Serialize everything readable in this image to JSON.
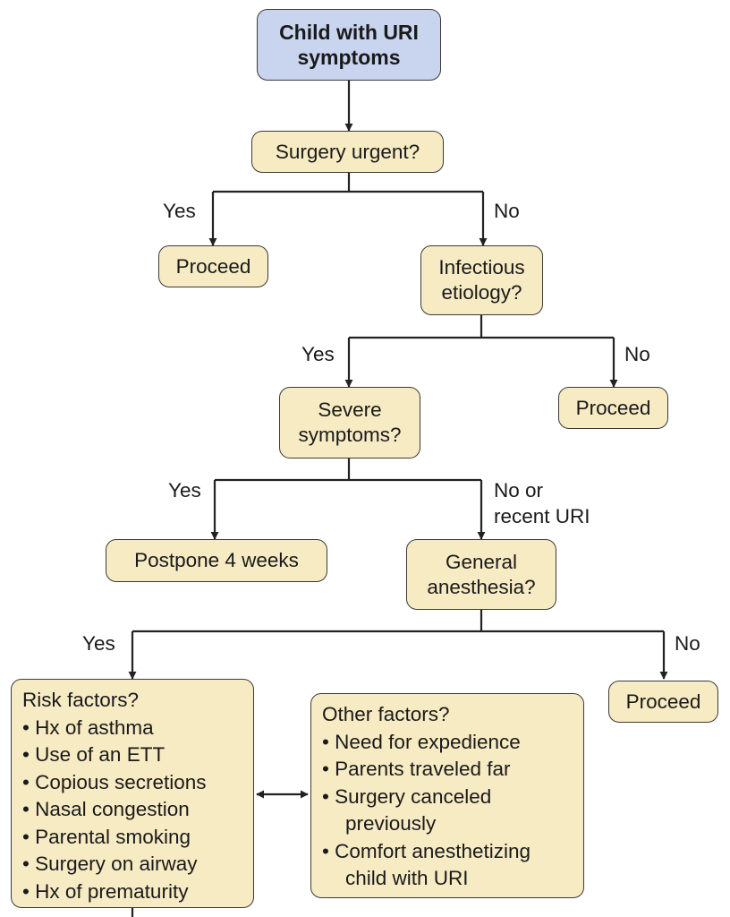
{
  "nodes": {
    "start": [
      "Child with URI",
      "symptoms"
    ],
    "q_urgent": "Surgery urgent?",
    "proceed_1": "Proceed",
    "q_infectious": [
      "Infectious",
      "etiology?"
    ],
    "proceed_2": "Proceed",
    "q_severe": [
      "Severe",
      "symptoms?"
    ],
    "postpone": "Postpone 4 weeks",
    "q_general": [
      "General",
      "anesthesia?"
    ],
    "proceed_3": "Proceed",
    "risk_factors": {
      "heading": "Risk factors?",
      "items": [
        "Hx of asthma",
        "Use of an ETT",
        "Copious secretions",
        "Nasal congestion",
        "Parental smoking",
        "Surgery on airway",
        "Hx of prematurity"
      ]
    },
    "other_factors": {
      "heading": "Other factors?",
      "items": [
        [
          "Need for expedience"
        ],
        [
          "Parents traveled far"
        ],
        [
          "Surgery canceled",
          "previously"
        ],
        [
          "Comfort anesthetizing",
          "child with URI"
        ]
      ]
    }
  },
  "edge_labels": {
    "urgent_yes": "Yes",
    "urgent_no": "No",
    "infectious_yes": "Yes",
    "infectious_no": "No",
    "severe_yes": "Yes",
    "severe_no": [
      "No or",
      "recent URI"
    ],
    "general_yes": "Yes",
    "general_no": "No"
  },
  "colors": {
    "start_fill": "#c9d4ef",
    "node_fill": "#f7ebc4",
    "stroke": "#3a3a3a"
  }
}
